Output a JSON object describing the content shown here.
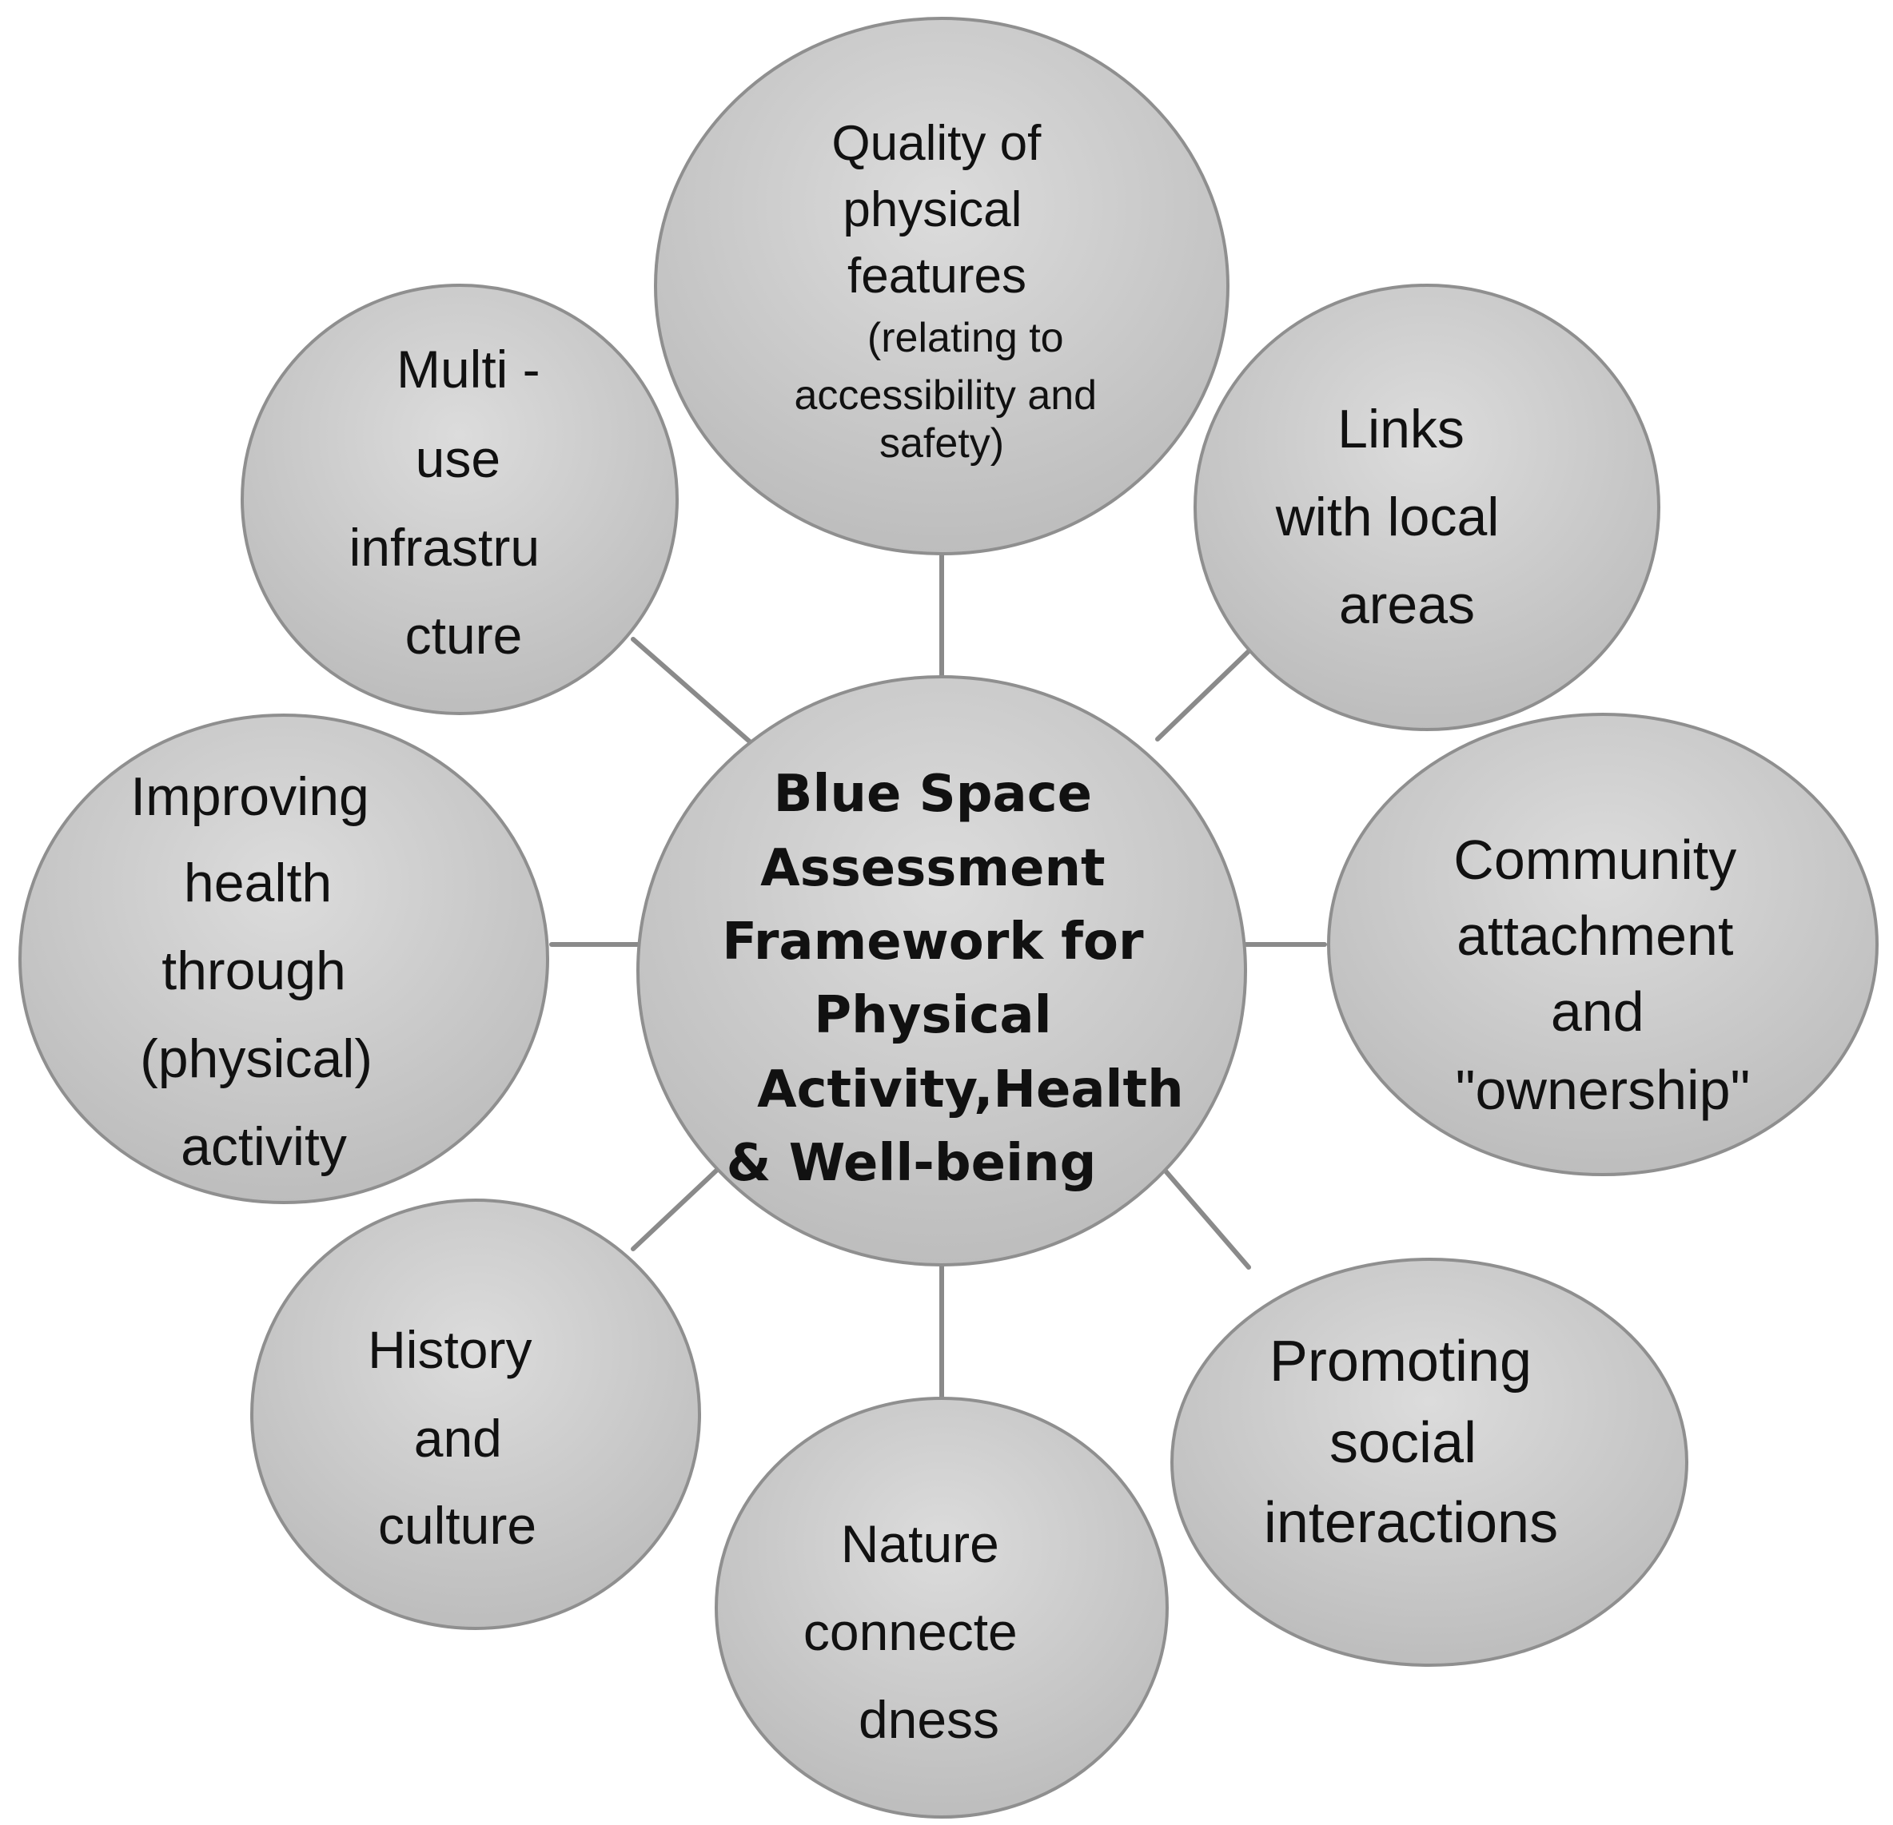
{
  "diagram": {
    "center": {
      "lines": [
        "Blue Space",
        "Assessment",
        "Framework for",
        "Physical",
        "Activity,Health",
        "& Well-being"
      ]
    },
    "nodes": [
      {
        "id": "quality",
        "lines": [
          "Quality of",
          "physical",
          "features",
          "(relating to",
          "accessibility and",
          "safety)"
        ]
      },
      {
        "id": "links",
        "lines": [
          "Links",
          "with local",
          "areas"
        ]
      },
      {
        "id": "community",
        "lines": [
          "Community",
          "attachment",
          "and",
          "\"ownership\""
        ]
      },
      {
        "id": "promoting",
        "lines": [
          "Promoting",
          "social",
          "interactions"
        ]
      },
      {
        "id": "nature",
        "lines": [
          "Nature",
          "connecte",
          "dness"
        ]
      },
      {
        "id": "history",
        "lines": [
          "History",
          "and",
          "culture"
        ]
      },
      {
        "id": "improving",
        "lines": [
          "Improving",
          "health",
          "through",
          "(physical)",
          "activity"
        ]
      },
      {
        "id": "multi",
        "lines": [
          "Multi  -",
          "use",
          "infrastru",
          "cture"
        ]
      }
    ]
  }
}
